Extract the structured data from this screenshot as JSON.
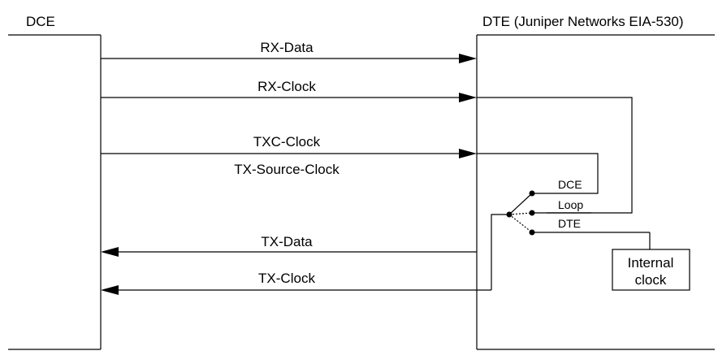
{
  "headings": {
    "dce": "DCE",
    "dte": "DTE (Juniper Networks EIA-530)"
  },
  "signals": {
    "rx_data": "RX-Data",
    "rx_clock": "RX-Clock",
    "txc_clock": "TXC-Clock",
    "tx_source_clock": "TX-Source-Clock",
    "tx_data": "TX-Data",
    "tx_clock": "TX-Clock"
  },
  "switch": {
    "dce": "DCE",
    "loop": "Loop",
    "dte": "DTE"
  },
  "internal_clock": {
    "line1": "Internal",
    "line2": "clock"
  }
}
